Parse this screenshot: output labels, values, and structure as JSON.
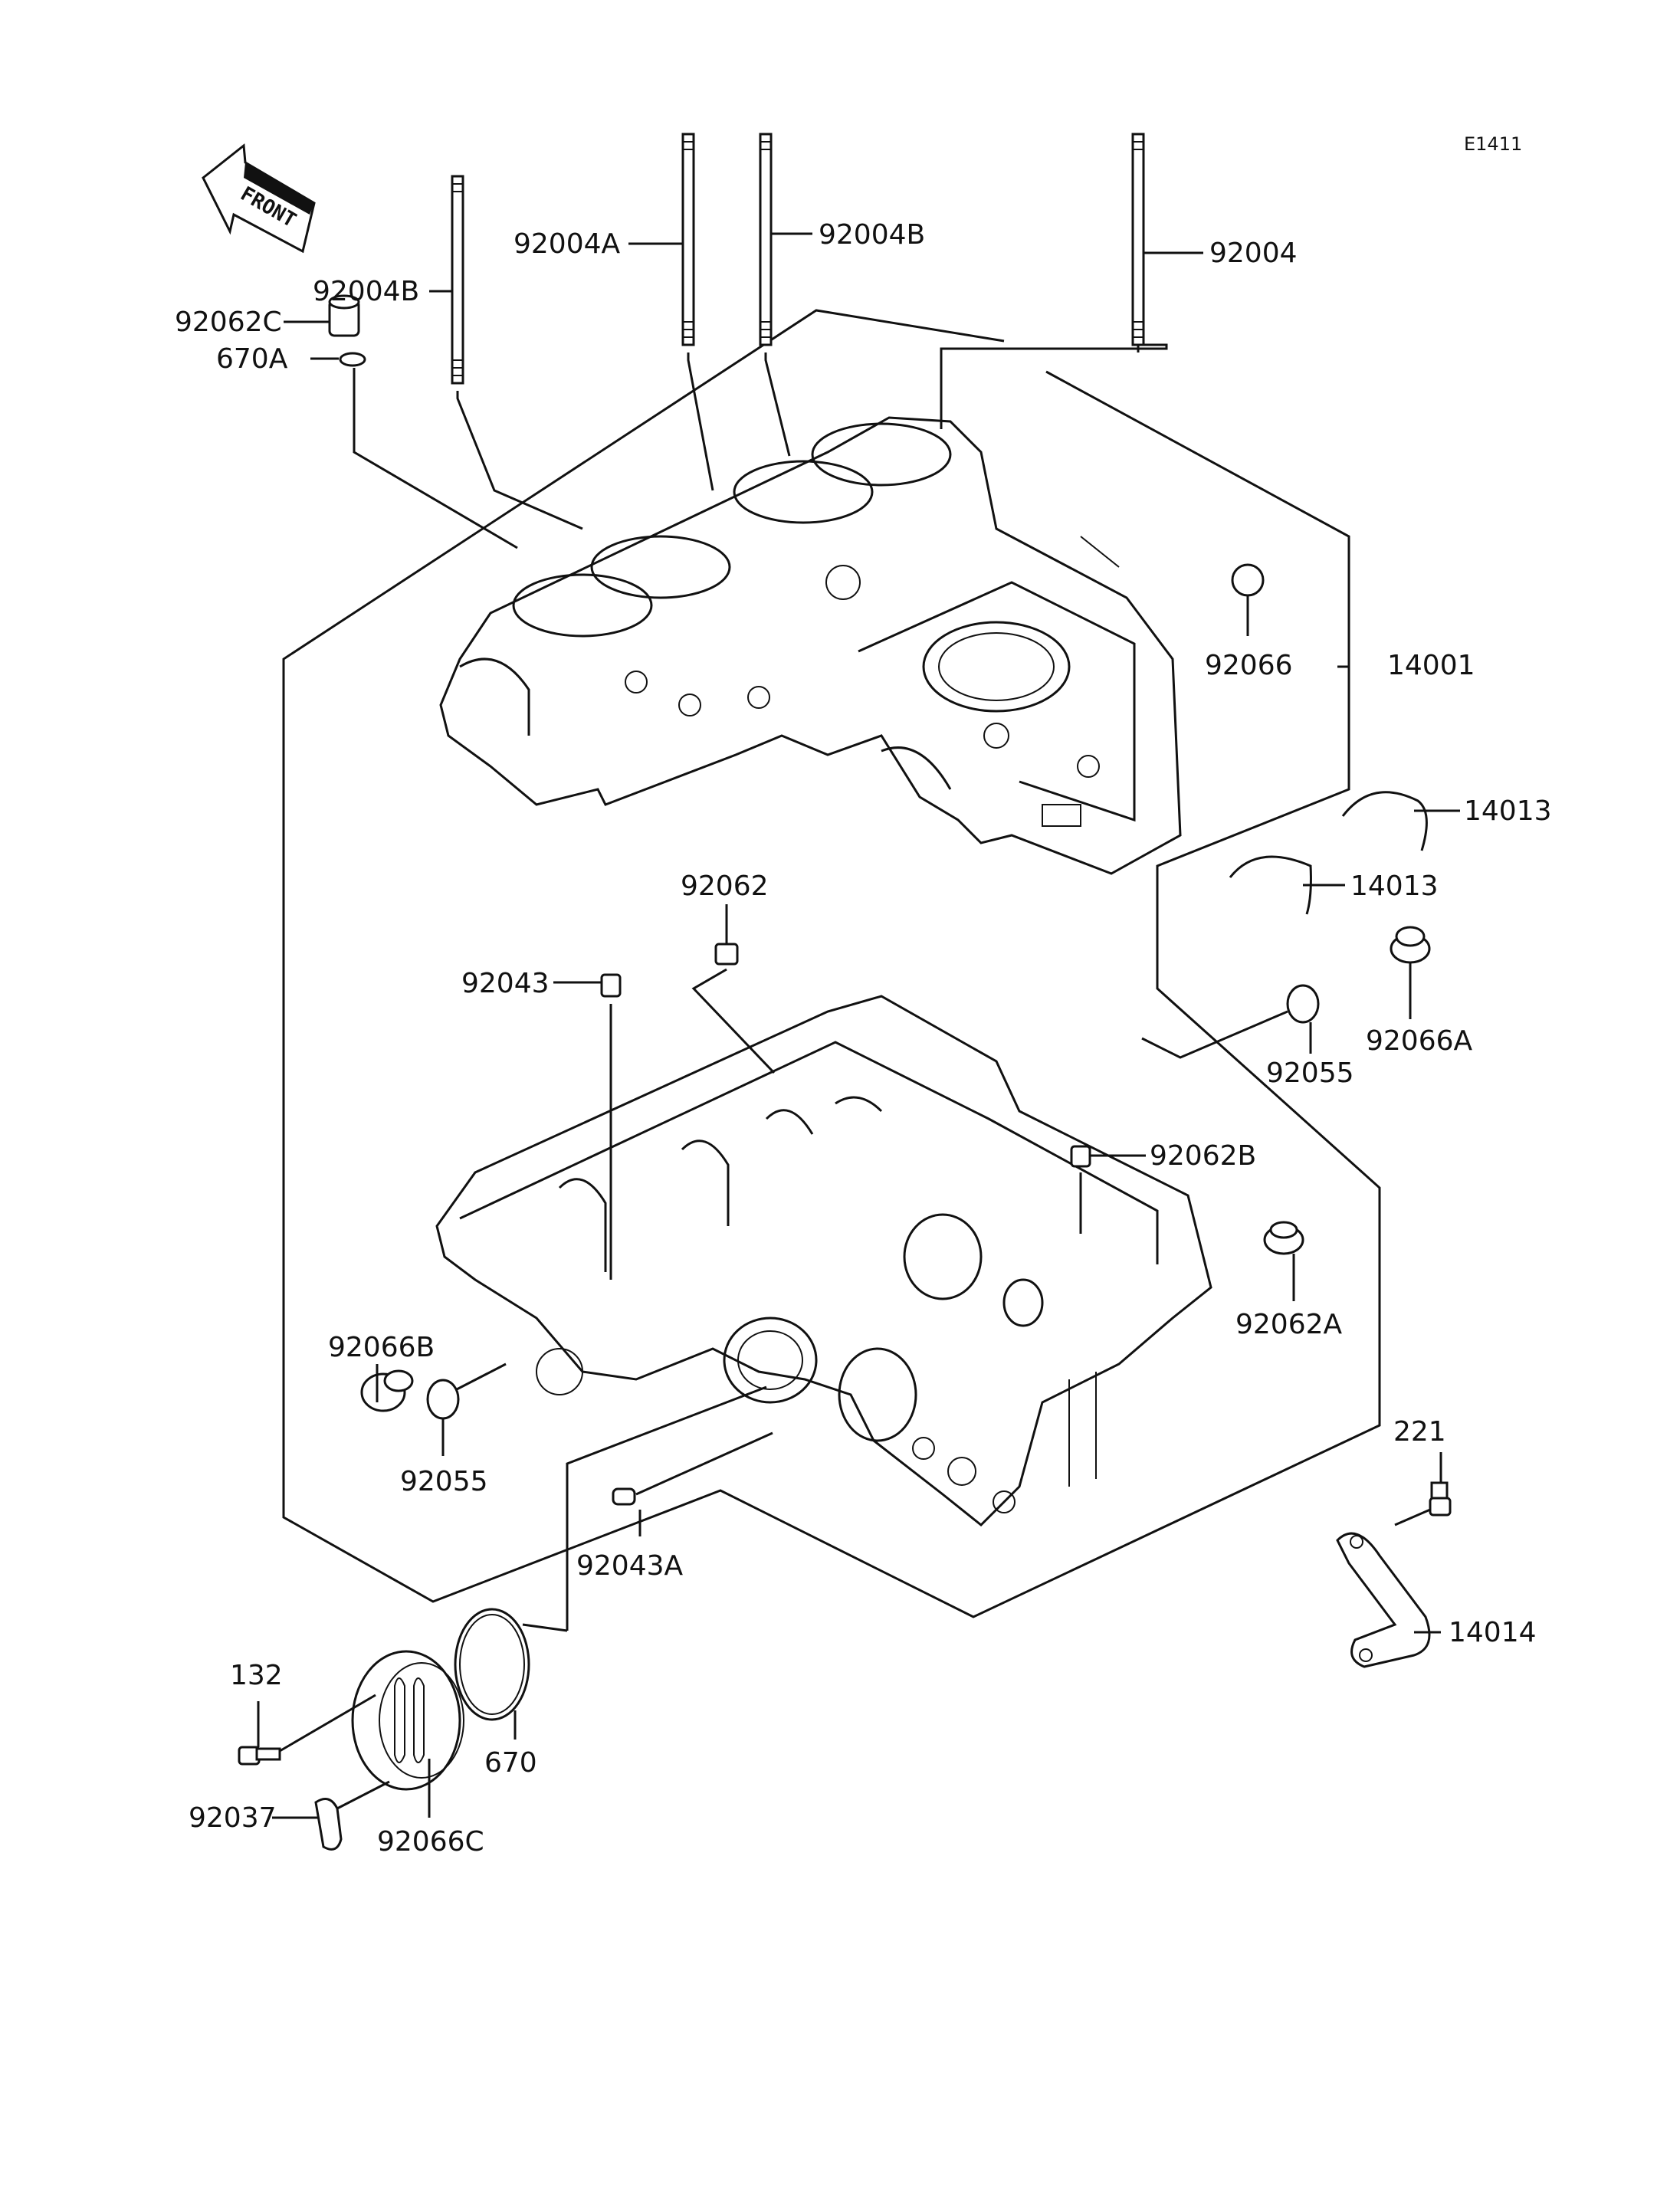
{
  "diagram": {
    "ref_code": "E1411",
    "front_label": "FRONT",
    "parts": {
      "stud_92004B_left": "92004B",
      "stud_92004A": "92004A",
      "stud_92004B_mid": "92004B",
      "stud_92004": "92004",
      "dowel_92062C": "92062C",
      "oring_670A": "670A",
      "plug_92066": "92066",
      "crankcase_14001": "14001",
      "bearing_14013_upper": "14013",
      "bearing_14013_lower": "14013",
      "dowel_92062": "92062",
      "pin_92043": "92043",
      "plug_92066A": "92066A",
      "oring_92055_right": "92055",
      "dowel_92062B": "92062B",
      "plug_92062A": "92062A",
      "plug_92066B": "92066B",
      "oring_92055_left": "92055",
      "pin_92043A": "92043A",
      "bolt_221": "221",
      "stopper_14014": "14014",
      "bolt_132": "132",
      "oring_670": "670",
      "cap_92066C": "92066C",
      "clamp_92037": "92037"
    }
  }
}
